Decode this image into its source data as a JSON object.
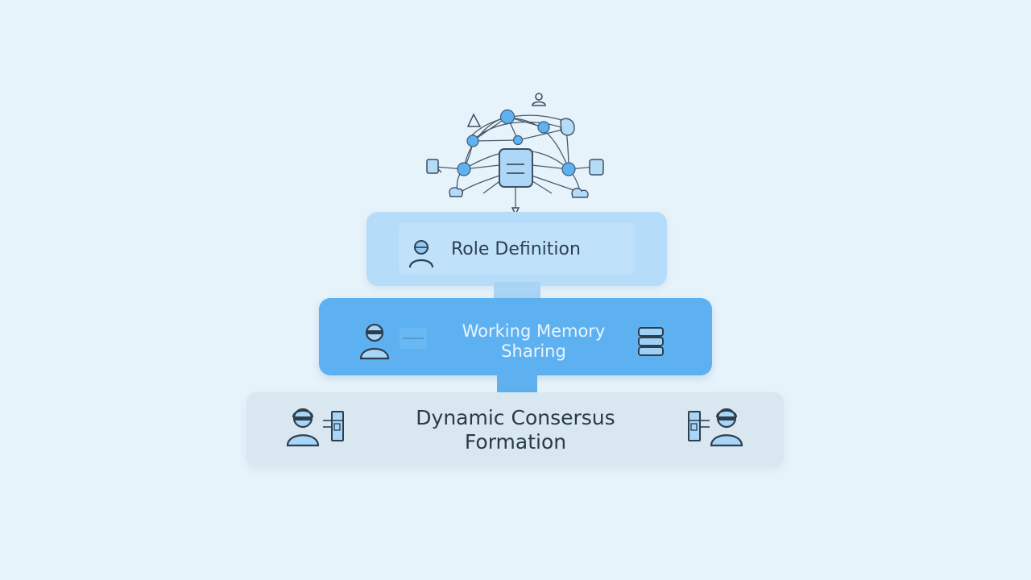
{
  "diagram": {
    "layers": [
      {
        "label": "Role Definition",
        "icon": "person-icon"
      },
      {
        "label": "Working Memory Sharing",
        "icons": [
          "person-icon",
          "database-icon"
        ]
      },
      {
        "label": "Dynamic Consersus Formation",
        "icons": [
          "person-headset-icon",
          "document-icon"
        ]
      }
    ],
    "top_graphic": "agent-network-icon"
  },
  "colors": {
    "background": "#e7f3fb",
    "layer_light": "#b5dcf8",
    "layer_mid": "#5eb1f1",
    "layer_base": "#d9e8f0",
    "node": "#5fb2f0",
    "stroke": "#4a5a6a"
  }
}
